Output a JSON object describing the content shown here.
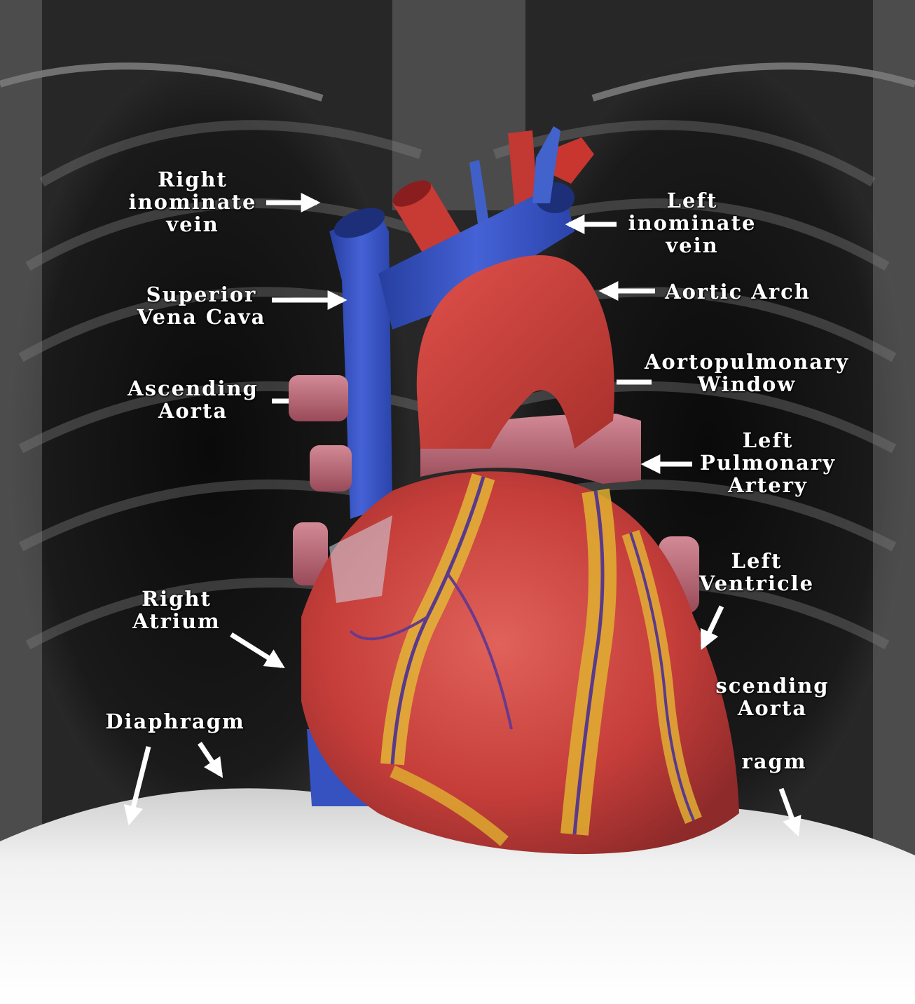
{
  "labels": {
    "right_inominate_vein": [
      "Right",
      "inominate",
      "vein"
    ],
    "left_inominate_vein": [
      "Left",
      "inominate",
      "vein"
    ],
    "superior_vena_cava": [
      "Superior",
      "Vena Cava"
    ],
    "aortic_arch": [
      "Aortic Arch"
    ],
    "aortopulmonary_window": [
      "Aortopulmonary",
      "Window"
    ],
    "ascending_aorta": [
      "Ascending",
      "Aorta"
    ],
    "left_pulmonary_artery": [
      "Left",
      "Pulmonary",
      "Artery"
    ],
    "left_ventricle": [
      "Left",
      "Ventricle"
    ],
    "right_atrium": [
      "Right",
      "Atrium"
    ],
    "descending_aorta_partial": [
      "scending",
      "Aorta"
    ],
    "diaphragm_left": [
      "Diaphragm"
    ],
    "diaphragm_right_partial": [
      "ragm"
    ]
  },
  "colors": {
    "label_text": "#ffffff",
    "arrow": "#ffffff",
    "background": "#000000",
    "vein_blue": "#3a55c8",
    "artery_red": "#c8322e",
    "pulmonary_pink": "#b5606e",
    "fat_yellow": "#e0b030"
  }
}
